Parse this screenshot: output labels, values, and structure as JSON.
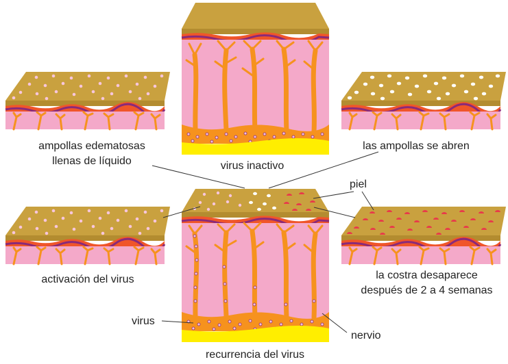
{
  "labels": {
    "edematous_blisters_l1": "ampollas edematosas",
    "edematous_blisters_l2": "llenas de líquido",
    "inactive_virus": "virus inactivo",
    "blisters_open": "las ampollas se abren",
    "skin": "piel",
    "virus_activation": "activación del virus",
    "scab_l1": "la costra desaparece",
    "scab_l2": "después de 2 a 4 semanas",
    "virus": "virus",
    "nerve": "nervio",
    "virus_recurrence": "recurrencia del virus"
  },
  "colors": {
    "skin_top": "#c9a13f",
    "skin_side": "#b38c30",
    "epidermis_red": "#f0552a",
    "purple_line": "#8a2a7a",
    "dermis_pink": "#f4a9c9",
    "nerve_orange": "#f6921e",
    "yellow_layer": "#ffee00",
    "blister_pink": "#f7c6dc",
    "blister_white": "#ffffff",
    "scab_red": "#e83a4a"
  }
}
